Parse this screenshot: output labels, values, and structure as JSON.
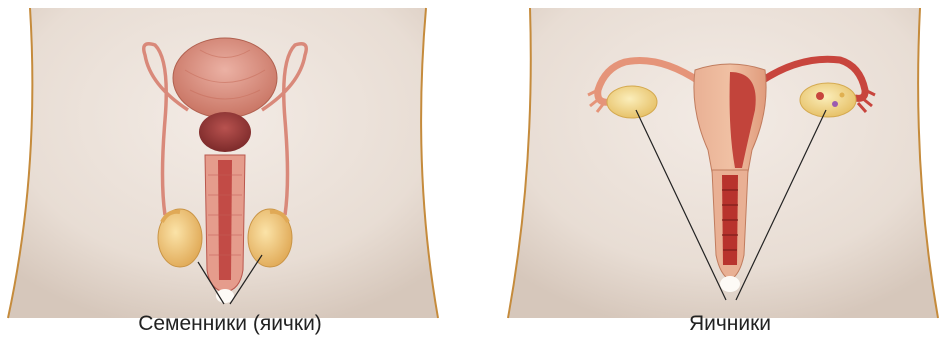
{
  "figures": [
    {
      "id": "male",
      "label": "Семенники (яички)",
      "colors": {
        "skin": "#ece2da",
        "skin_shadow": "#d9cbc0",
        "outline": "#c58b3c",
        "organ": "#d98a7a",
        "organ_dark": "#9e3a3a",
        "testis": "#f0c879"
      }
    },
    {
      "id": "female",
      "label": "Яичники",
      "colors": {
        "skin": "#ece2da",
        "skin_shadow": "#d9cbc0",
        "outline": "#c58b3c",
        "uterus": "#e8a385",
        "uterus_inner": "#b8332d",
        "ovary": "#f5dc8e"
      }
    }
  ]
}
